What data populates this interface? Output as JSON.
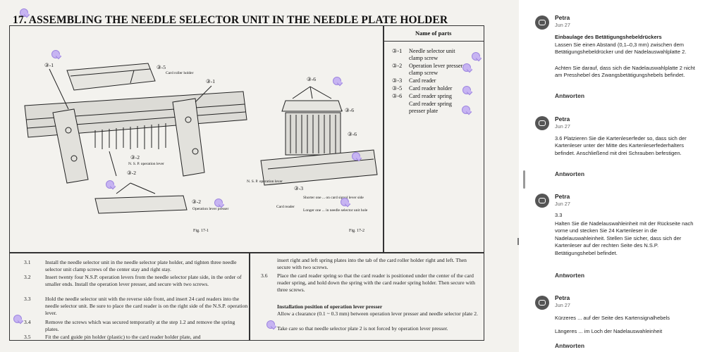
{
  "document": {
    "title": "17.  ASSEMBLING THE NEEDLE SELECTOR UNIT IN THE NEEDLE PLATE HOLDER",
    "parts_header": "Name of parts",
    "parts": [
      {
        "num": "③-1",
        "name": "Needle selector unit",
        "name2": "clamp screw"
      },
      {
        "num": "③-2",
        "name": "Operation lever presser",
        "name2": "clamp screw"
      },
      {
        "num": "③-3",
        "name": "Card reader",
        "name2": ""
      },
      {
        "num": "③-5",
        "name": "Card reader holder",
        "name2": ""
      },
      {
        "num": "③-6",
        "name": "Card reader spring",
        "name2": ""
      },
      {
        "num": "",
        "name": "Card reader spring",
        "name2": "presser plate"
      }
    ],
    "figure1": {
      "callouts": [
        "③-1",
        "③-5",
        "③-1",
        "③-2",
        "③-2",
        "③-2"
      ],
      "card_roller_holder": "Card roller holder",
      "nsp_lever": "N. S. P. operation lever",
      "op_lever_presser": "Operation lever presser",
      "caption": "Fig. 17-1"
    },
    "figure2": {
      "callouts": [
        "③-6",
        "③-6",
        "③-6",
        "③-3"
      ],
      "nsp_lever": "N. S. P. operation lever",
      "card_reader": "Card reader",
      "shorter": "Shorter one ... on card signal lever side",
      "longer": "Longer one ... in needle selector unit hole",
      "caption": "Fig. 17-2"
    },
    "steps_left": [
      {
        "n": "3.1",
        "t": "Install the needle selector unit in the needle selector plate holder, and tighten three needle selector unit clamp screws of the center stay and right stay."
      },
      {
        "n": "3.2",
        "t": "Insert twenty four N.S.P. operation levers from the needle selector plate side, in the order of smaller ends.  Install the operation lever presser, and secure with two screws."
      },
      {
        "n": "3.3",
        "t": "Hold the needle selector unit with the reverse side front, and insert 24 card readers into the needle selector unit.  Be sure to place the card reader is on the right side of the N.S.P. operation lever."
      },
      {
        "n": "3.4",
        "t": "Remove the screws which was secured temporarily at the step 1.2 and remove the spring plates."
      },
      {
        "n": "3.5",
        "t": "Fit the card guide pin holder (plastic) to the card reader holder plate, and"
      }
    ],
    "steps_right": {
      "cont": "insert right and left spring plates into the tab of the card roller holder right and left.  Then secure with two screws.",
      "s36n": "3.6",
      "s36": "Place the card reader spring so that the card reader is positioned under the center of the card reader spring, and hold down the spring with the card reader spring holder.  Then secure with three screws.",
      "install_head": "Installation position of operation lever presser",
      "install_text": "Allow a clearance (0.1 ~ 0.3 mm) between operation lever presser and needle selector plate 2.",
      "install_text2": "Take care so that needle selector plate 2 is not forced by operation lever presser."
    }
  },
  "comments": [
    {
      "author": "Petra",
      "date": "Jun 27",
      "title": "Einbaulage des Betätigungshebeldrückers",
      "text": "Lassen Sie einen Abstand (0,1–0,3 mm) zwischen dem Betätigungshebeldrücker und der Nadelauswahlplatte 2.",
      "text2": "Achten Sie darauf, dass sich die Nadelauswahlplatte 2 nicht am Presshebel des Zwangsbetätigungshebels befindet.",
      "reply": "Antworten"
    },
    {
      "author": "Petra",
      "date": "Jun 27",
      "title": "",
      "text": "3.6 Platzieren Sie die Kartenleserfeder so, dass sich der Kartenleser unter der Mitte des Kartenleserfederhalters befindet. Anschließend mit drei Schrauben befestigen.",
      "text2": "",
      "reply": "Antworten"
    },
    {
      "author": "Petra",
      "date": "Jun 27",
      "title": "",
      "text": "3.3",
      "text2": "Halten Sie die Nadelauswahleinheit mit der Rückseite nach vorne und stecken Sie 24 Kartenleser in die Nadelauswahleinheit. Stellen Sie sicher, dass sich der Kartenleser auf der rechten Seite des N.S.P.  Betätigungshebel befindet.",
      "reply": "Antworten"
    },
    {
      "author": "Petra",
      "date": "Jun 27",
      "title": "",
      "text": "Kürzeres ... auf der Seite des Kartensignalhebels",
      "text2": "Längeres ... im Loch der Nadelauswahleinheit",
      "reply": "Antworten"
    }
  ],
  "colors": {
    "pin": "#c7b4f2",
    "avatar": "#555555",
    "paper": "#f3f2ee"
  }
}
